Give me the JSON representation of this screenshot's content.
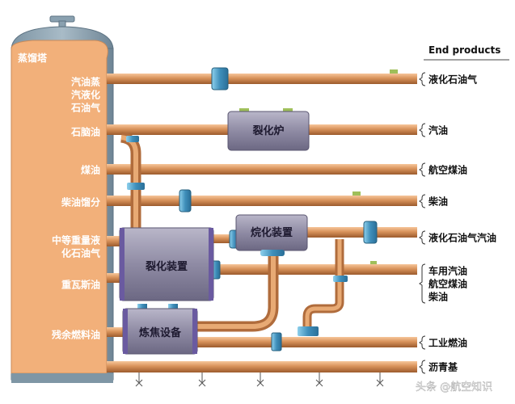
{
  "tower": {
    "label": "蒸馏塔"
  },
  "header": {
    "end_products": "End products"
  },
  "fractions": [
    "汽油蒸\n汽液化\n石油气",
    "石脑油",
    "煤油",
    "柴油馏分",
    "中等重量液\n化石油气",
    "重瓦斯油",
    "残余燃料油"
  ],
  "units": {
    "cracker": "裂化炉",
    "cracking_unit": "裂化装置",
    "alkylation_unit": "烷化装置",
    "coking_unit": "炼焦设备"
  },
  "products": [
    "液化石油气",
    "汽油",
    "航空煤油",
    "柴油",
    "液化石油气汽油",
    "车用汽油\n航空煤油\n柴油",
    "工业燃油",
    "沥青基"
  ],
  "watermark": "头条 @航空知识",
  "colors": {
    "tower": "#f2b07a",
    "pipe": "#c8814f",
    "unit": "#8e8aa3",
    "valve": "#4a92b8"
  }
}
